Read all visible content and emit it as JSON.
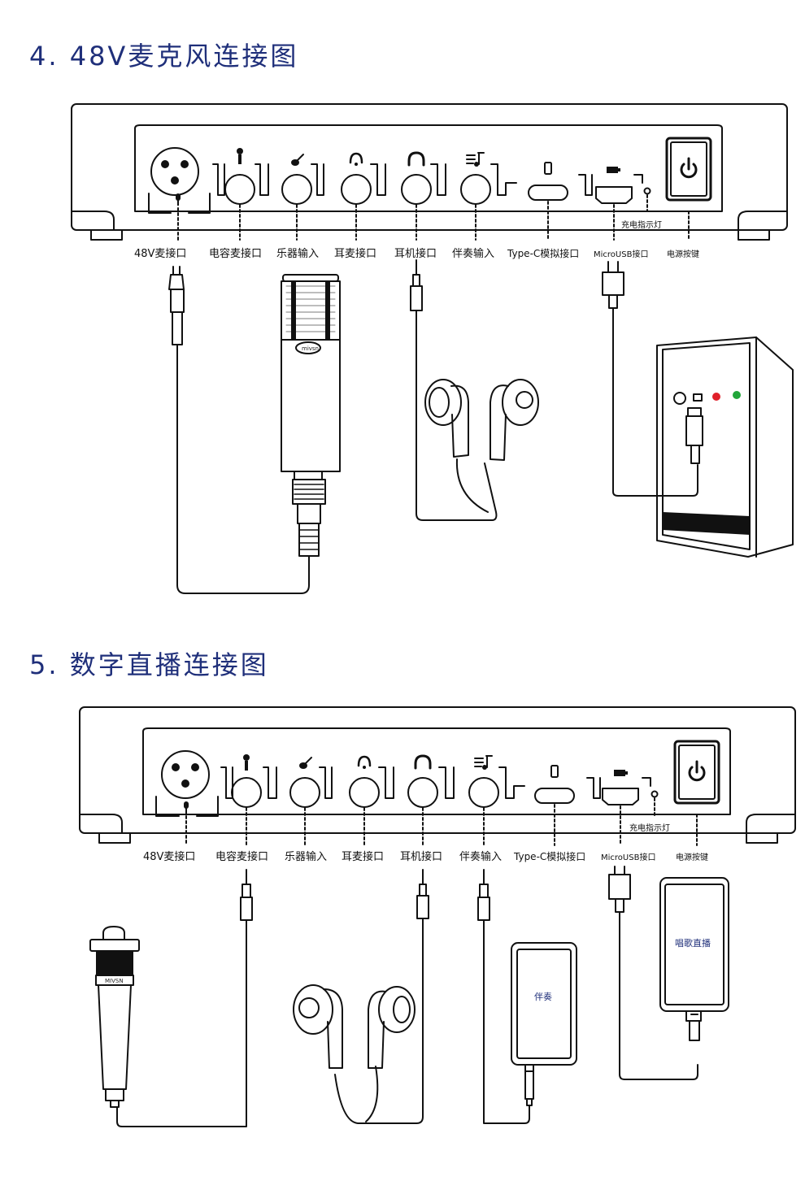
{
  "sections": [
    {
      "title": "4. 48V麦克风连接图",
      "ports": [
        "48V麦接口",
        "电容麦接口",
        "乐器输入",
        "耳麦接口",
        "耳机接口",
        "伴奏输入",
        "Type-C模拟接口",
        "MicroUSB接口",
        "电源按键"
      ],
      "indicator": "充电指示灯",
      "mic_brand": "mivsn"
    },
    {
      "title": "5. 数字直播连接图",
      "ports": [
        "48V麦接口",
        "电容麦接口",
        "乐器输入",
        "耳麦接口",
        "耳机接口",
        "伴奏输入",
        "Type-C模拟接口",
        "MicroUSB接口",
        "电源按键"
      ],
      "indicator": "充电指示灯",
      "mic_brand": "MIVSN",
      "phone_left_label": "伴奏",
      "phone_right_label": "唱歌直播"
    }
  ],
  "colors": {
    "title": "#1f2f7a",
    "line": "#111111",
    "led_red": "#e0202a",
    "led_green": "#22a63a"
  }
}
